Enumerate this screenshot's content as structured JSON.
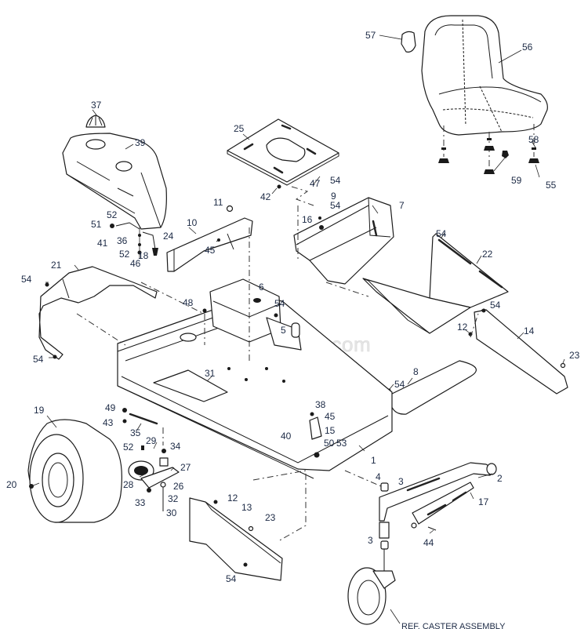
{
  "diagram": {
    "title": "Frame and Seat Assembly Exploded Parts View",
    "watermark": "eReplacementParts.com",
    "caster_note": "REF. CASTER ASSEMBLY",
    "label_color": "#1c2a45",
    "line_color": "#1a1a1a",
    "callouts": [
      {
        "id": "c57",
        "text": "57",
        "part": "seat-pad"
      },
      {
        "id": "c56",
        "text": "56",
        "part": "seat"
      },
      {
        "id": "c58",
        "text": "58",
        "part": "seat-washer"
      },
      {
        "id": "c59",
        "text": "59",
        "part": "seat-switch"
      },
      {
        "id": "c55",
        "text": "55",
        "part": "seat-knob"
      },
      {
        "id": "c37",
        "text": "37",
        "part": "fuel-cap"
      },
      {
        "id": "c39",
        "text": "39",
        "part": "fuel-tank"
      },
      {
        "id": "c25",
        "text": "25",
        "part": "seat-plate"
      },
      {
        "id": "c42",
        "text": "42",
        "part": "nut"
      },
      {
        "id": "c47",
        "text": "47",
        "part": "hardware"
      },
      {
        "id": "c54a",
        "text": "54",
        "part": "bolt"
      },
      {
        "id": "c9",
        "text": "9",
        "part": "bracket"
      },
      {
        "id": "c54b",
        "text": "54",
        "part": "bolt"
      },
      {
        "id": "c16",
        "text": "16",
        "part": "hardware"
      },
      {
        "id": "c7",
        "text": "7",
        "part": "seat-mount-panel"
      },
      {
        "id": "c11",
        "text": "11",
        "part": "grommet"
      },
      {
        "id": "c10",
        "text": "10",
        "part": "tank-bracket"
      },
      {
        "id": "c45a",
        "text": "45",
        "part": "hardware"
      },
      {
        "id": "c52a",
        "text": "52",
        "part": "washer"
      },
      {
        "id": "c51",
        "text": "51",
        "part": "hardware"
      },
      {
        "id": "c41",
        "text": "41",
        "part": "hardware"
      },
      {
        "id": "c36",
        "text": "36",
        "part": "fuel-line"
      },
      {
        "id": "c24",
        "text": "24",
        "part": "fuel-valve"
      },
      {
        "id": "c52b",
        "text": "52",
        "part": "washer"
      },
      {
        "id": "c18",
        "text": "18",
        "part": "clamp"
      },
      {
        "id": "c46",
        "text": "46",
        "part": "hardware"
      },
      {
        "id": "c21",
        "text": "21",
        "part": "rear-guard"
      },
      {
        "id": "c54c",
        "text": "54",
        "part": "bolt"
      },
      {
        "id": "c54d",
        "text": "54",
        "part": "bolt"
      },
      {
        "id": "c48",
        "text": "48",
        "part": "bolt"
      },
      {
        "id": "c6",
        "text": "6",
        "part": "plug"
      },
      {
        "id": "c54e",
        "text": "54",
        "part": "bolt"
      },
      {
        "id": "c5",
        "text": "5",
        "part": "grommet"
      },
      {
        "id": "c54f",
        "text": "54",
        "part": "bolt"
      },
      {
        "id": "c22",
        "text": "22",
        "part": "footrest"
      },
      {
        "id": "c54g",
        "text": "54",
        "part": "bolt"
      },
      {
        "id": "c12a",
        "text": "12",
        "part": "nut"
      },
      {
        "id": "c14",
        "text": "14",
        "part": "side-panel-right"
      },
      {
        "id": "c23a",
        "text": "23",
        "part": "plug"
      },
      {
        "id": "c31",
        "text": "31",
        "part": "bolt"
      },
      {
        "id": "c8",
        "text": "8",
        "part": "footrest-trim"
      },
      {
        "id": "c54h",
        "text": "54",
        "part": "bolt"
      },
      {
        "id": "c38",
        "text": "38",
        "part": "hardware"
      },
      {
        "id": "c45b",
        "text": "45",
        "part": "hardware"
      },
      {
        "id": "c15",
        "text": "15",
        "part": "bracket"
      },
      {
        "id": "c40",
        "text": "40",
        "part": "hardware"
      },
      {
        "id": "c50",
        "text": "50",
        "part": "hardware"
      },
      {
        "id": "c53",
        "text": "53",
        "part": "hardware"
      },
      {
        "id": "c1",
        "text": "1",
        "part": "frame"
      },
      {
        "id": "c19",
        "text": "19",
        "part": "rear-tire"
      },
      {
        "id": "c20",
        "text": "20",
        "part": "valve-stem"
      },
      {
        "id": "c49",
        "text": "49",
        "part": "hardware"
      },
      {
        "id": "c43",
        "text": "43",
        "part": "hardware"
      },
      {
        "id": "c35",
        "text": "35",
        "part": "spring"
      },
      {
        "id": "c52c",
        "text": "52",
        "part": "washer"
      },
      {
        "id": "c29",
        "text": "29",
        "part": "bolt"
      },
      {
        "id": "c34",
        "text": "34",
        "part": "nut"
      },
      {
        "id": "c27",
        "text": "27",
        "part": "bushing"
      },
      {
        "id": "c28",
        "text": "28",
        "part": "idler-pulley"
      },
      {
        "id": "c26",
        "text": "26",
        "part": "idler-arm"
      },
      {
        "id": "c33",
        "text": "33",
        "part": "nut"
      },
      {
        "id": "c32",
        "text": "32",
        "part": "washer"
      },
      {
        "id": "c30",
        "text": "30",
        "part": "bolt"
      },
      {
        "id": "c12b",
        "text": "12",
        "part": "nut"
      },
      {
        "id": "c13",
        "text": "13",
        "part": "side-panel-left"
      },
      {
        "id": "c23b",
        "text": "23",
        "part": "plug"
      },
      {
        "id": "c54i",
        "text": "54",
        "part": "bolt"
      },
      {
        "id": "c4",
        "text": "4",
        "part": "grease-fitting"
      },
      {
        "id": "c3a",
        "text": "3",
        "part": "bearing"
      },
      {
        "id": "c2",
        "text": "2",
        "part": "front-axle"
      },
      {
        "id": "c17",
        "text": "17",
        "part": "axle-cover"
      },
      {
        "id": "c44",
        "text": "44",
        "part": "bolt"
      },
      {
        "id": "c3b",
        "text": "3",
        "part": "bearing"
      }
    ]
  }
}
